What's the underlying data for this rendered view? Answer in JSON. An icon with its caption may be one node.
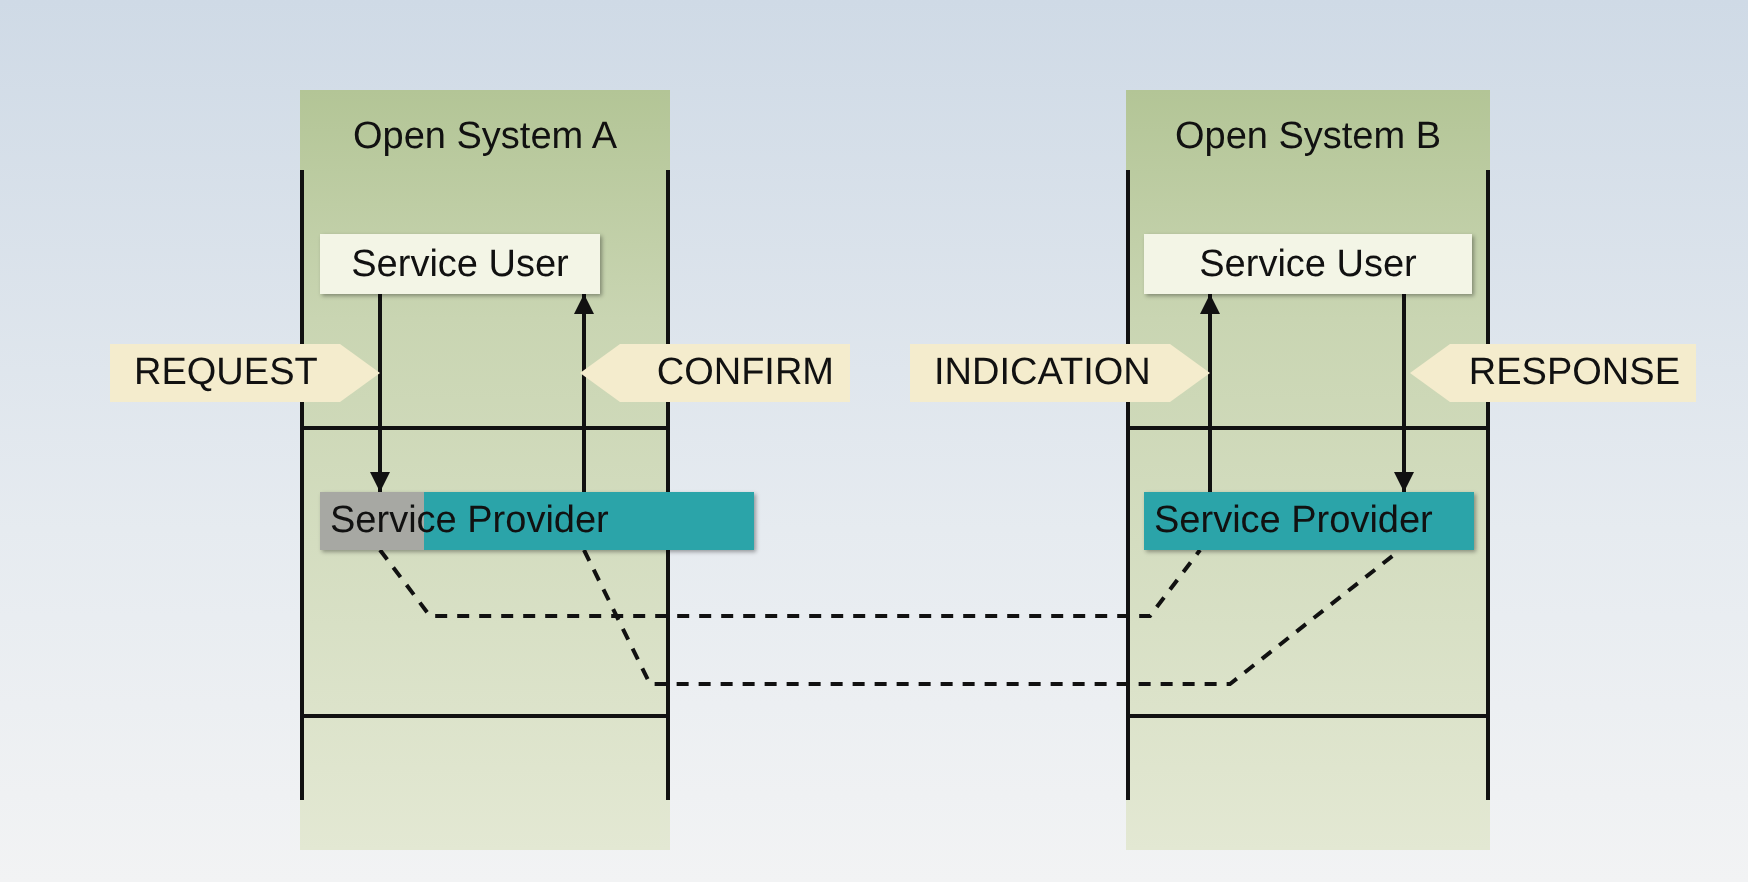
{
  "diagram": {
    "nodes": [
      {
        "text": [
          "Open System A"
        ]
      },
      {
        "text": [
          "Service User"
        ],
        "in": 0
      },
      {
        "text": [
          "Service Provider"
        ]
      },
      {
        "text": [
          "Open System B"
        ]
      },
      {
        "text": [
          "Service User"
        ],
        "in": 3
      },
      {
        "text": [
          "Service Provider"
        ],
        "in": 3
      },
      {
        "text": [
          "REQUEST"
        ]
      },
      {
        "text": [
          "CONFIRM"
        ]
      },
      {
        "text": [
          "INDICATION"
        ]
      },
      {
        "text": [
          "RESPONSE"
        ]
      }
    ],
    "edges": [
      {
        "from": 1,
        "to": 2,
        "arrow": "to"
      },
      {
        "from": 2,
        "to": 1,
        "arrow": "to"
      },
      {
        "from": 5,
        "to": 4,
        "arrow": "to"
      },
      {
        "from": 4,
        "to": 5,
        "arrow": "to"
      },
      {
        "from": 2,
        "to": 5,
        "arrow": "none",
        "style": "dashed"
      },
      {
        "from": 2,
        "to": 5,
        "arrow": "none",
        "style": "dashed"
      }
    ]
  }
}
